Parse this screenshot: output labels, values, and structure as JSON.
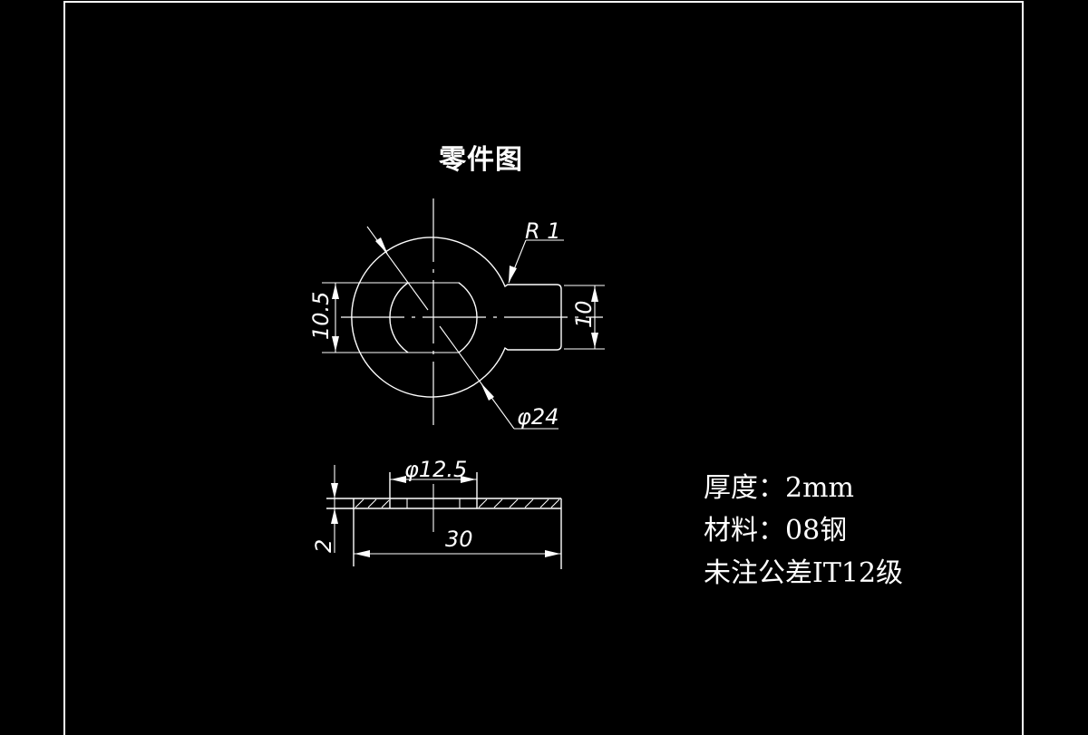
{
  "drawing": {
    "title": "零件图",
    "background_color": "#000000",
    "line_color": "#ffffff"
  },
  "top_view": {
    "dimensions": {
      "radius_label": "R 1",
      "outer_diameter_label": "φ24",
      "slot_width_label": "10.5",
      "tab_width_label": "10"
    }
  },
  "section_view": {
    "dimensions": {
      "hole_diameter_label": "φ12.5",
      "overall_length_label": "30",
      "thickness_label": "2"
    }
  },
  "notes": [
    {
      "label": "厚度：2mm"
    },
    {
      "label": "材料：08钢"
    },
    {
      "label": "未注公差IT12级"
    }
  ]
}
